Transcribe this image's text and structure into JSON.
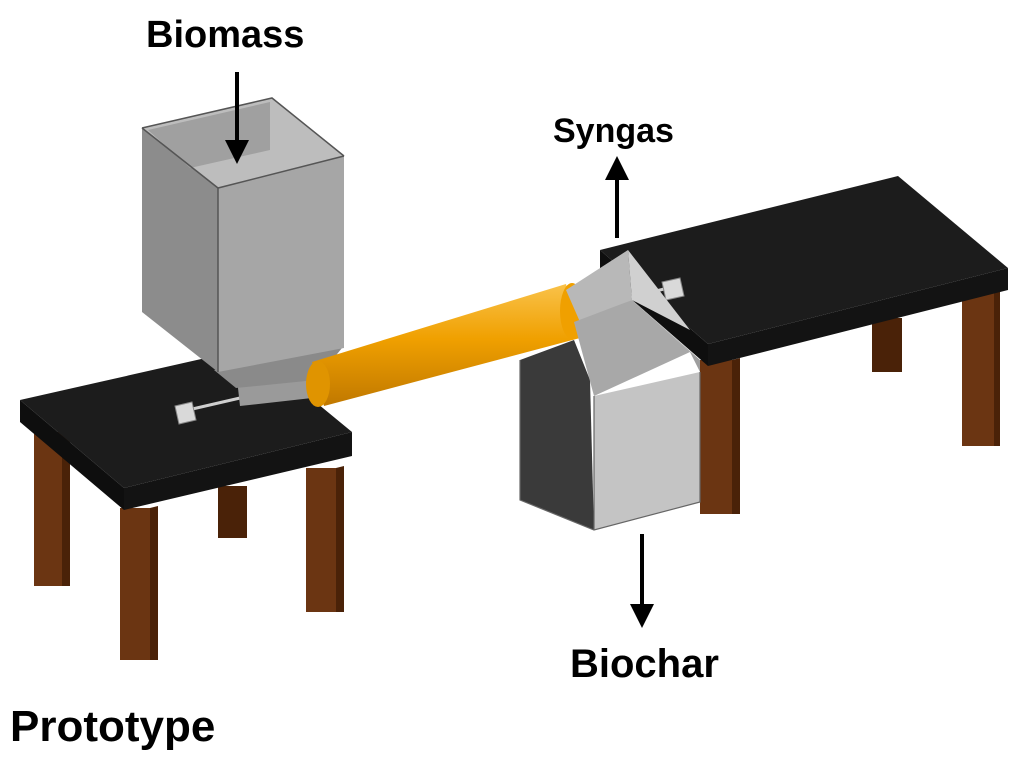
{
  "labels": {
    "biomass": "Biomass",
    "syngas": "Syngas",
    "biochar": "Biochar",
    "prototype": "Prototype"
  },
  "colors": {
    "table_top": "#1c1c1c",
    "table_edge": "#0e0e0e",
    "table_leg": "#6b3512",
    "table_leg_dark": "#4a2208",
    "hopper_front": "#8c8c8c",
    "hopper_side": "#a6a6a6",
    "hopper_inner": "#bdbdbd",
    "tube": "#f0a000",
    "tube_dark": "#c07800",
    "tube_light": "#f9c24a",
    "collector_front": "#9e9e9e",
    "collector_side": "#c4c4c4",
    "collector_dark": "#3a3a3a",
    "arrow": "#000000"
  }
}
